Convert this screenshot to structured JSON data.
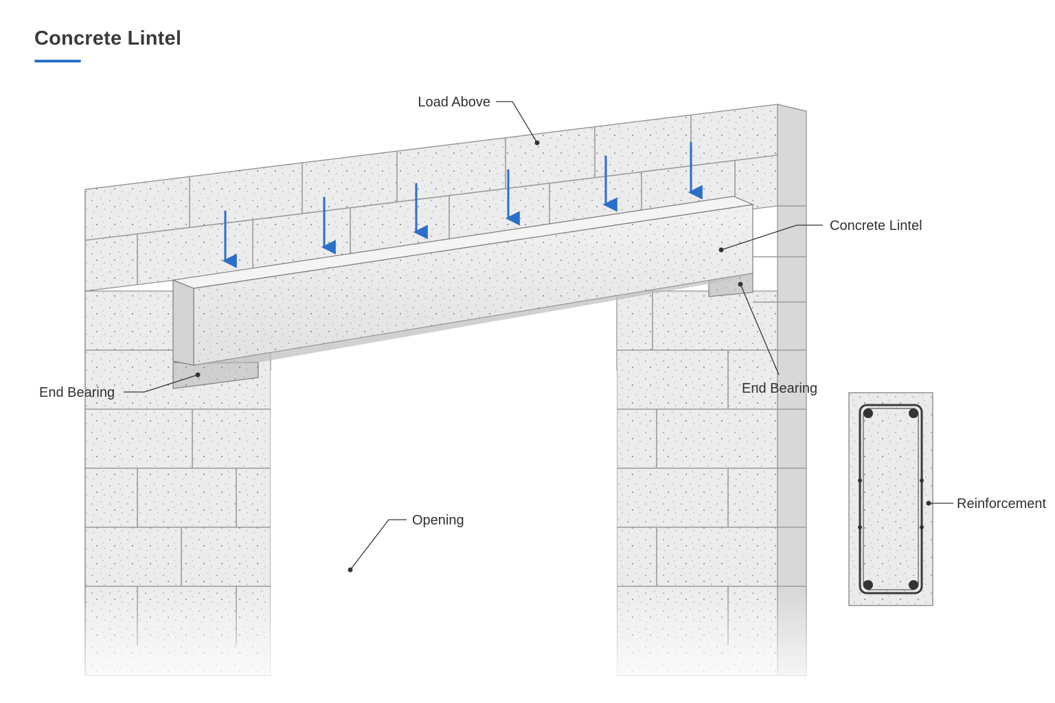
{
  "title": "Concrete Lintel",
  "colors": {
    "accent": "#2a6fc9",
    "ink": "#333333",
    "block_face": "#ececec",
    "block_top": "#f6f6f6",
    "block_side": "#d6d6d6",
    "mortar": "#9a9a9a"
  },
  "labels": {
    "load_above": "Load Above",
    "concrete_lintel": "Concrete Lintel",
    "end_bearing_left": "End Bearing",
    "end_bearing_right": "End Bearing",
    "opening": "Opening",
    "reinforcement": "Reinforcement"
  },
  "icons": {
    "load": "down-arrow-icon"
  }
}
